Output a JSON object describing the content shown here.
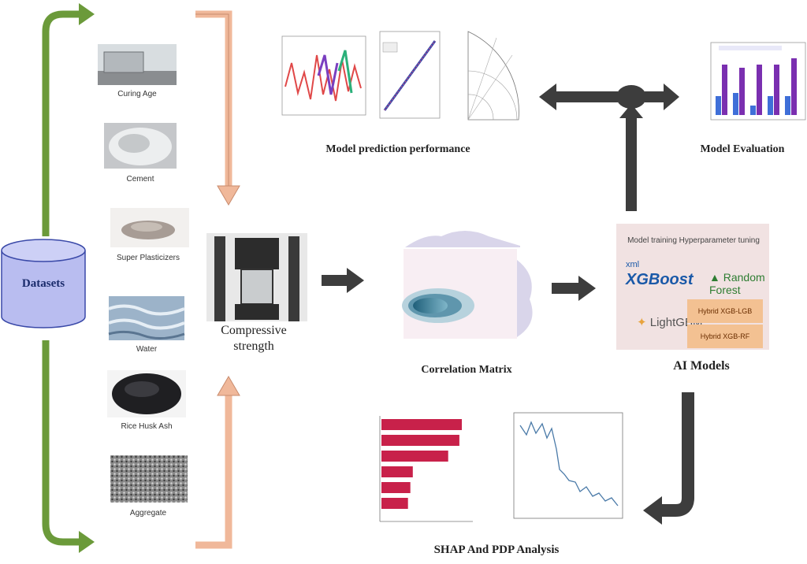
{
  "datasets_label": "Datasets",
  "ingredients": [
    {
      "label": "Curing Age"
    },
    {
      "label": "Cement"
    },
    {
      "label": "Super Plasticizers"
    },
    {
      "label": "Water"
    },
    {
      "label": "Rice Husk Ash"
    },
    {
      "label": "Aggregate"
    }
  ],
  "center_label": "Compressive strength",
  "correlation_label": "Correlation Matrix",
  "ai_models": {
    "caption": "AI Models",
    "header": "Model training Hyperparameter tuning",
    "xgb_prefix": "xml",
    "xgboost": "XGBoost",
    "random_forest": "Random Forest",
    "lightgbm": "LightGBM",
    "hybrid1": "Hybrid XGB-LGB",
    "hybrid2": "Hybrid XGB-RF"
  },
  "model_prediction_label": "Model prediction performance",
  "model_evaluation_label": "Model Evaluation",
  "shap_pdp_label": "SHAP And PDP Analysis",
  "colors": {
    "green_arrow": "#6b9a3a",
    "salmon_arrow": "#f0b89a",
    "dark_arrow": "#3d3d3d",
    "db_fill": "#b9bdf0",
    "shap_bar": "#c8214a"
  },
  "chart_data": [
    {
      "type": "bar",
      "title": "",
      "orientation": "horizontal",
      "categories": [
        "",
        "",
        "",
        "",
        "",
        ""
      ],
      "values": [
        1.0,
        0.97,
        0.83,
        0.39,
        0.36,
        0.33
      ]
    },
    {
      "type": "bar",
      "title": "",
      "categories": [
        "",
        "",
        "",
        "",
        ""
      ],
      "series": [
        {
          "values": [
            0.3,
            0.35,
            0.15,
            0.3,
            0.3
          ]
        },
        {
          "values": [
            0.8,
            0.75,
            0.8,
            0.8,
            0.9
          ]
        }
      ]
    }
  ]
}
